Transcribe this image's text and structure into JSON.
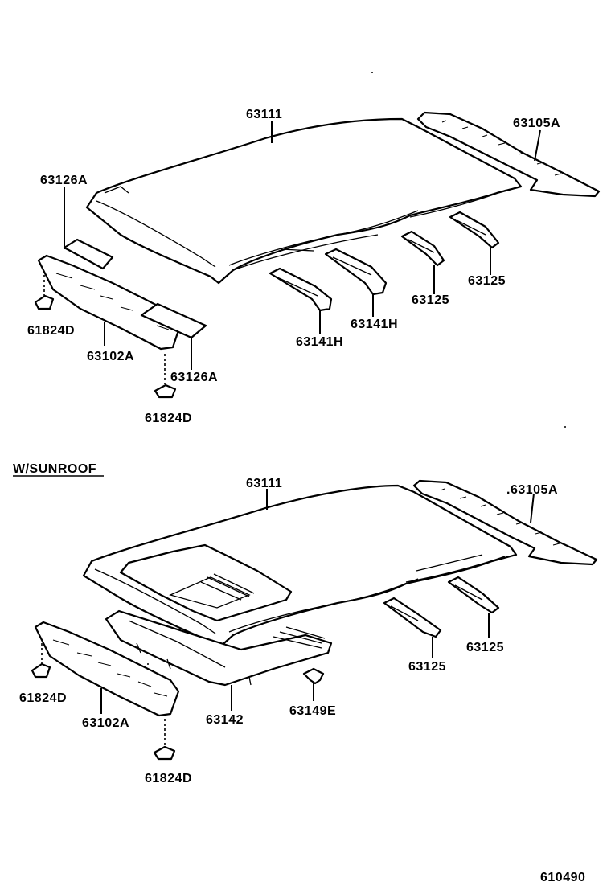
{
  "upper": {
    "labels": {
      "roof_panel": "63111",
      "rear_header": "63105A",
      "front_header_pad": "63126A",
      "clip_left": "61824D",
      "front_header": "63102A",
      "pad_right": "63126A",
      "clip_bottom": "61824D",
      "bow_a": "63141H",
      "bow_b": "63141H",
      "bow_c": "63125",
      "bow_d": "63125"
    }
  },
  "lower": {
    "section_title": "W/SUNROOF",
    "labels": {
      "roof_panel": "63111",
      "rear_header": ".63105A",
      "clip_left": "61824D",
      "front_header": "63102A",
      "clip_bottom": "61824D",
      "sunroof_reinforcement": "63142",
      "bracket": "63149E",
      "bow_a": "63125",
      "bow_b": "63125"
    }
  },
  "diagram_number": "610490"
}
